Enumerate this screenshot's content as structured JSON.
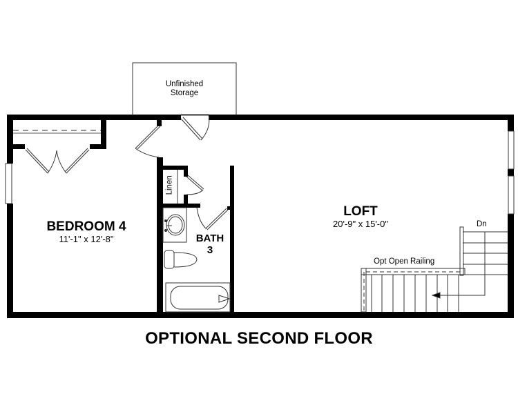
{
  "title": "OPTIONAL SECOND FLOOR",
  "rooms": {
    "bedroom": {
      "name": "BEDROOM 4",
      "dims": "11'-1\" x 12'-8\""
    },
    "bath": {
      "name": "BATH",
      "number": "3"
    },
    "loft": {
      "name": "LOFT",
      "dims": "20'-9\" x 15'-0\""
    },
    "storage": {
      "line1": "Unfinished",
      "line2": "Storage"
    },
    "linen": {
      "name": "Linen"
    }
  },
  "annotations": {
    "stair_direction": "Dn",
    "railing": "Opt Open Railing"
  },
  "colors": {
    "wall": "#000000",
    "background": "#ffffff",
    "line": "#333333"
  }
}
